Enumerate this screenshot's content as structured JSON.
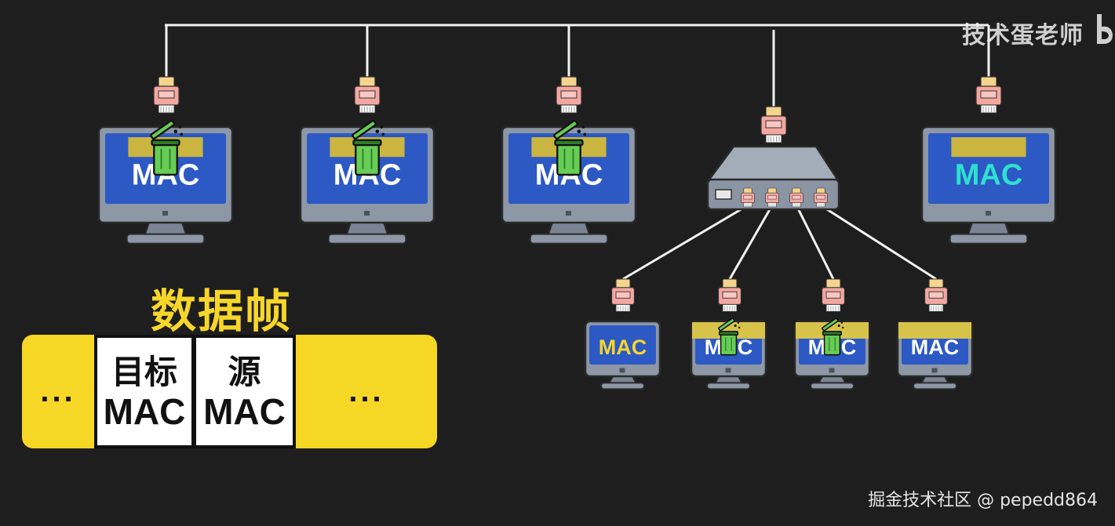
{
  "watermark": "技术蛋老师",
  "footer": "掘金技术社区 @ pepedd864",
  "frame": {
    "title": "数据帧",
    "leading": "...",
    "target": [
      "目标",
      "MAC"
    ],
    "source": [
      "源",
      "MAC"
    ],
    "trailing": "..."
  },
  "hosts": {
    "top": [
      {
        "label": "MAC",
        "discarded": true
      },
      {
        "label": "MAC",
        "discarded": true
      },
      {
        "label": "MAC",
        "discarded": true
      },
      {
        "label": "MAC",
        "discarded": false
      }
    ],
    "bottom": [
      {
        "label": "MAC",
        "discarded": false
      },
      {
        "label": "MAC",
        "discarded": true
      },
      {
        "label": "MAC",
        "discarded": true
      },
      {
        "label": "MAC",
        "discarded": false
      }
    ]
  },
  "colors": {
    "background": "#1f1e1e",
    "frame_yellow": "#f7d726",
    "screen_blue": "#2c59c4",
    "monitor_gray": "#8d97a6",
    "accepted_mac_text": "#2ee0d0",
    "label_yellow": "#f6d62b",
    "trash_green": "#67cd55",
    "connector_pink": "#f4a7a0",
    "connector_yellow": "#f5d48d"
  },
  "icons": [
    "monitor-icon",
    "network-connector-icon",
    "switch-icon",
    "trash-bin-icon"
  ]
}
